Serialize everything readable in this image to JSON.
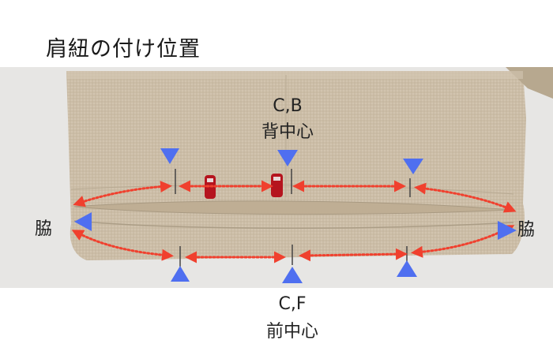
{
  "title": "肩紐の付け位置",
  "back_center": {
    "code": "C,B",
    "name": "背中心"
  },
  "front_center": {
    "code": "C,F",
    "name": "前中心"
  },
  "side_left": "脇",
  "side_right": "脇",
  "colors": {
    "marker": "#4f6ff0",
    "arrow": "#f0402e",
    "fabric": "#cdbfa9",
    "background": "#e6e5e3",
    "clip": "#b5141e"
  },
  "icons": {
    "marker_down": "triangle-down-icon",
    "marker_up": "triangle-up-icon",
    "marker_side": "triangle-side-icon",
    "clip": "clip-icon"
  }
}
